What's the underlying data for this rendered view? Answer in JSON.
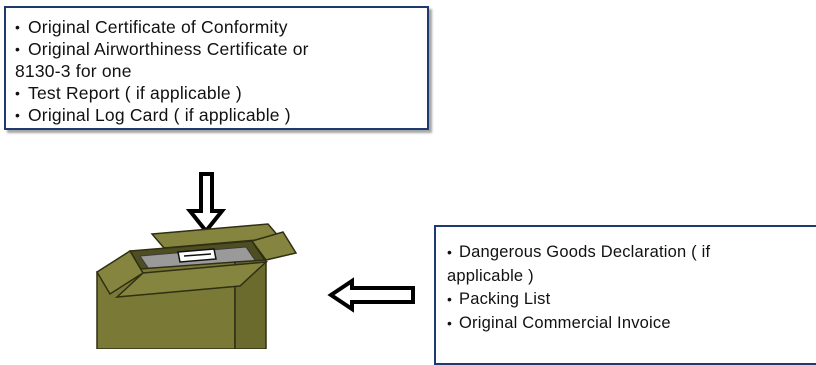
{
  "documents_box": {
    "items": [
      {
        "bullet": "•",
        "line1": "Original Certificate of Conformity",
        "line2": ""
      },
      {
        "bullet": "•",
        "line1": "Original Airworthiness Certificate or",
        "line2": "8130-3 for one"
      },
      {
        "bullet": "•",
        "line1": "Test Report ( if applicable )",
        "line2": ""
      },
      {
        "bullet": "•",
        "line1": "Original Log Card ( if applicable )",
        "line2": ""
      }
    ]
  },
  "outside_box": {
    "items": [
      {
        "bullet": "•",
        "line1": "Dangerous Goods Declaration ( if",
        "line2": "applicable )"
      },
      {
        "bullet": "•",
        "line1": "Packing List",
        "line2": ""
      },
      {
        "bullet": "•",
        "line1": "Original Commercial Invoice",
        "line2": ""
      }
    ]
  },
  "colors": {
    "box_border": "#1f3a6e",
    "carton_front": "#7a7a36",
    "carton_side": "#6b6b2e",
    "carton_flap": "#858540",
    "carton_inside": "#4e4e22",
    "document_sheet": "#9a9a9a"
  },
  "icons": {
    "down_arrow": "hollow-down-arrow-icon",
    "left_arrow": "hollow-left-arrow-icon",
    "box": "open-cardboard-box-icon"
  }
}
